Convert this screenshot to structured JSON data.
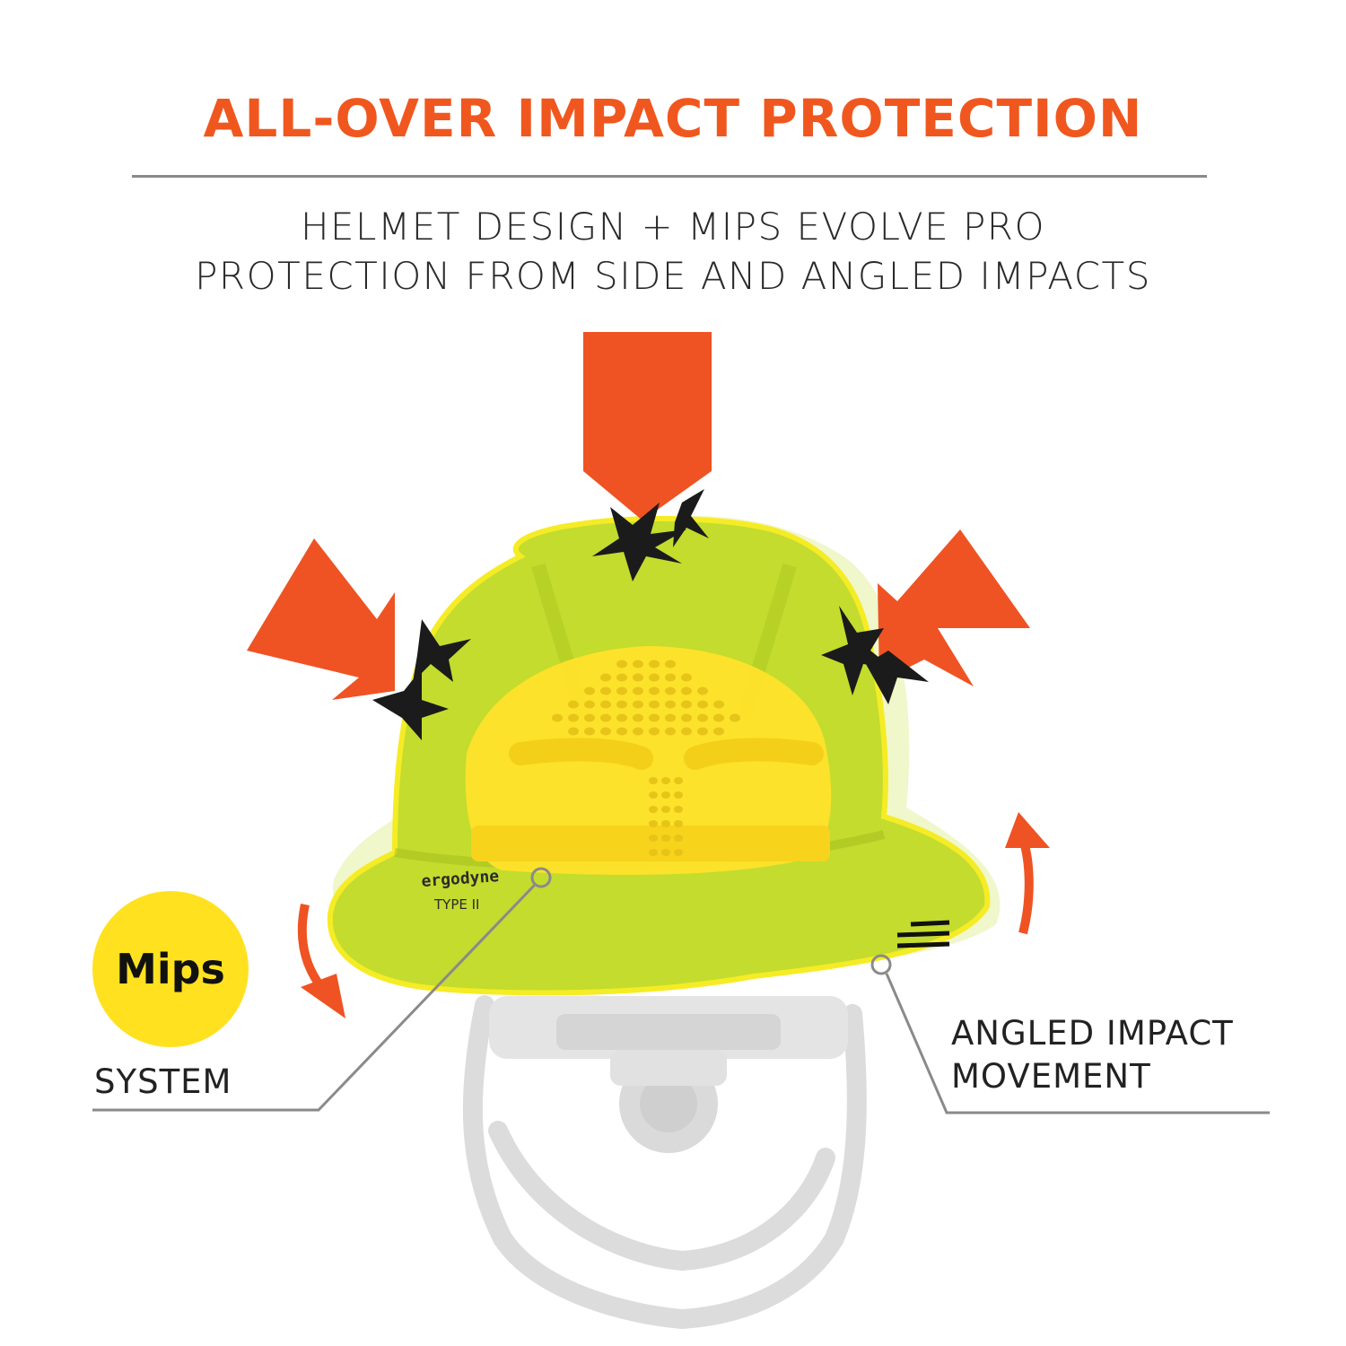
{
  "header": {
    "title": "ALL-OVER IMPACT PROTECTION",
    "subtitle_line1": "HELMET DESIGN + MIPS EVOLVE PRO",
    "subtitle_line2": "PROTECTION FROM SIDE AND ANGLED IMPACTS"
  },
  "badge": {
    "text": "Mips"
  },
  "helmet": {
    "brand": "ergodyne",
    "type": "TYPE II"
  },
  "callouts": {
    "system": "SYSTEM",
    "angled_line1": "ANGLED IMPACT",
    "angled_line2": "MOVEMENT"
  },
  "colors": {
    "accent": "#f0571f",
    "arrow": "#ef5323",
    "helmet": "#c3dc2e",
    "liner": "#ffe12a",
    "mips_badge": "#ffe11f",
    "rule": "#8a8a8a"
  },
  "icons": [
    "impact-arrow-icon",
    "impact-burst-icon",
    "rotation-arrow-icon"
  ]
}
